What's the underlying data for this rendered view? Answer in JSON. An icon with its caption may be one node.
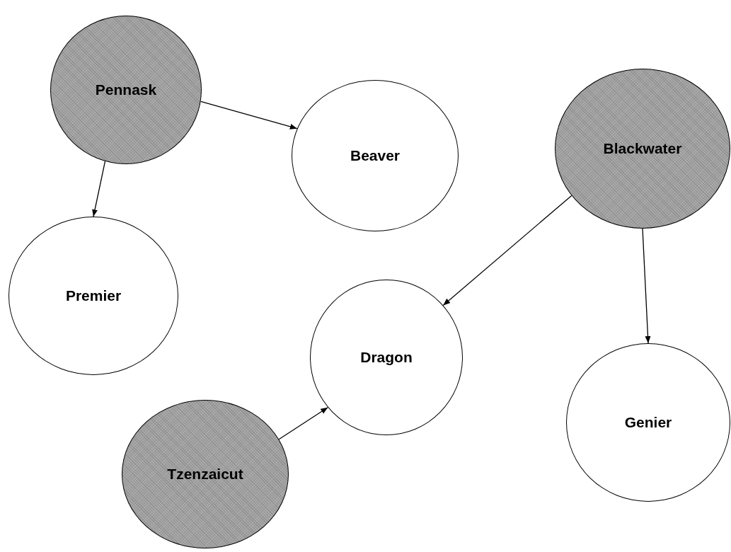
{
  "diagram": {
    "nodes": [
      {
        "text": [
          "Pennask"
        ]
      },
      {
        "text": [
          "Beaver"
        ]
      },
      {
        "text": [
          "Blackwater"
        ]
      },
      {
        "text": [
          "Premier"
        ]
      },
      {
        "text": [
          "Dragon"
        ]
      },
      {
        "text": [
          "Tzenzaicut"
        ]
      },
      {
        "text": [
          "Genier"
        ]
      }
    ],
    "edges": [
      {
        "from": 0,
        "to": 1,
        "arrow": "to"
      },
      {
        "from": 0,
        "to": 3,
        "arrow": "to"
      },
      {
        "from": 2,
        "to": 4,
        "arrow": "to"
      },
      {
        "from": 2,
        "to": 6,
        "arrow": "to"
      },
      {
        "from": 5,
        "to": 4,
        "arrow": "to"
      }
    ]
  }
}
